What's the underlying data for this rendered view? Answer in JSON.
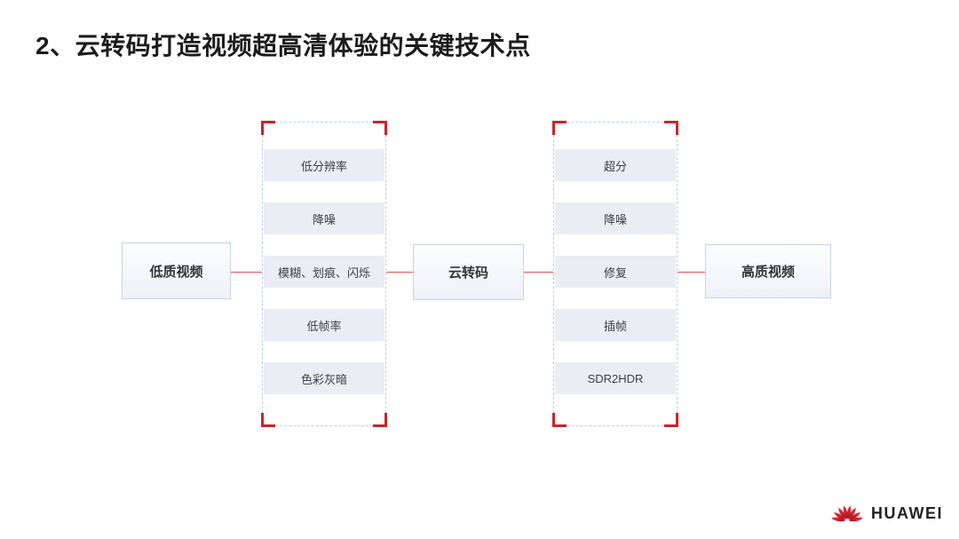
{
  "title": "2、云转码打造视频超高清体验的关键技术点",
  "diagram": {
    "left_box": "低质视频",
    "center_box": "云转码",
    "right_box": "高质视频",
    "left_items": [
      "低分辨率",
      "降噪",
      "模糊、划痕、闪烁",
      "低帧率",
      "色彩灰暗"
    ],
    "right_items": [
      "超分",
      "降噪",
      "修复",
      "插帧",
      "SDR2HDR"
    ],
    "colors": {
      "connector_red": "#e05353",
      "bracket_red": "#c9242b",
      "row_fill": "#eaedf4",
      "dashed_border": "#bcd0ea",
      "box_border": "#c9d3e3"
    }
  },
  "footer": {
    "brand": "HUAWEI",
    "logo_red": "#ce0e2d"
  }
}
